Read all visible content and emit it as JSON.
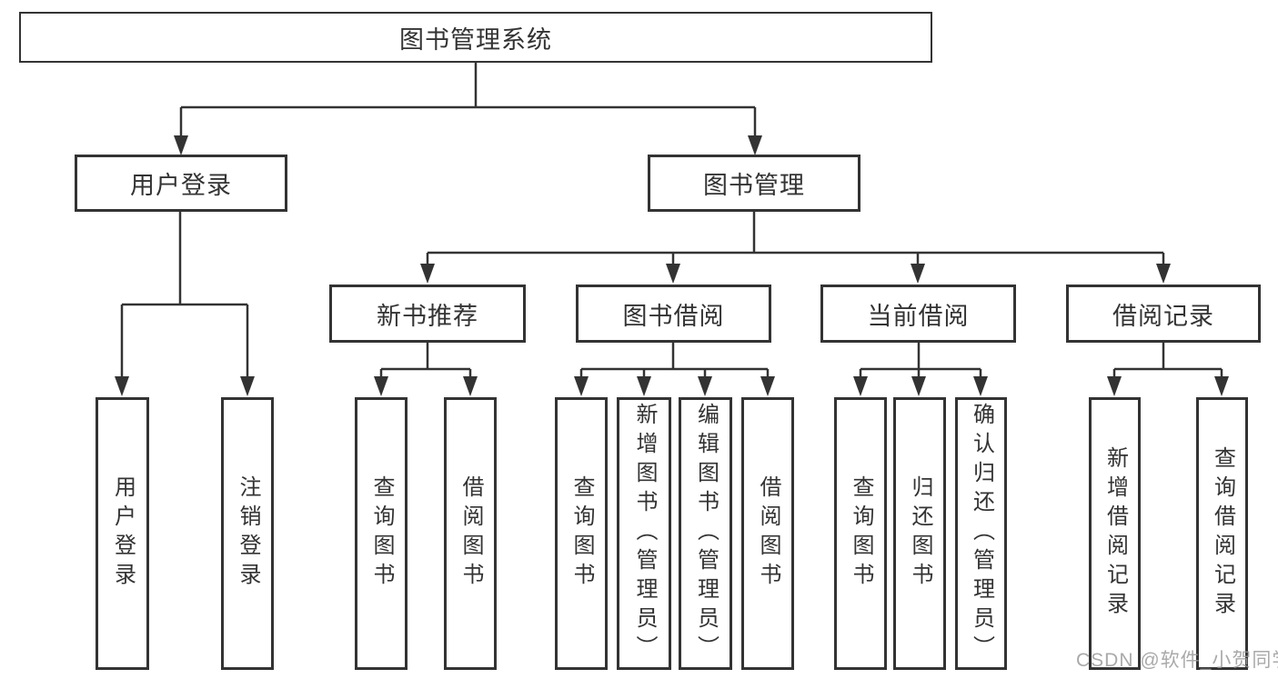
{
  "page": {
    "background": "#ffffff"
  },
  "colors": {
    "line": "#333333",
    "box_border": "#333333",
    "text": "#333333",
    "watermark": "#9b9b9b"
  },
  "watermark": {
    "text": "CSDN @软件_小贺同学"
  },
  "tree": {
    "label": "图书管理系统",
    "children": [
      {
        "label": "用户登录",
        "children": [
          {
            "label": "用户登录"
          },
          {
            "label": "注销登录"
          }
        ]
      },
      {
        "label": "图书管理",
        "children": [
          {
            "label": "新书推荐",
            "children": [
              {
                "label": "查询图书"
              },
              {
                "label": "借阅图书"
              }
            ]
          },
          {
            "label": "图书借阅",
            "children": [
              {
                "label": "查询图书"
              },
              {
                "label": "新增图书（管理员）"
              },
              {
                "label": "编辑图书（管理员）"
              },
              {
                "label": "借阅图书"
              }
            ]
          },
          {
            "label": "当前借阅",
            "children": [
              {
                "label": "查询图书"
              },
              {
                "label": "归还图书"
              },
              {
                "label": "确认归还（管理员）"
              }
            ]
          },
          {
            "label": "借阅记录",
            "children": [
              {
                "label": "新增借阅记录"
              },
              {
                "label": "查询借阅记录"
              }
            ]
          }
        ]
      }
    ]
  }
}
